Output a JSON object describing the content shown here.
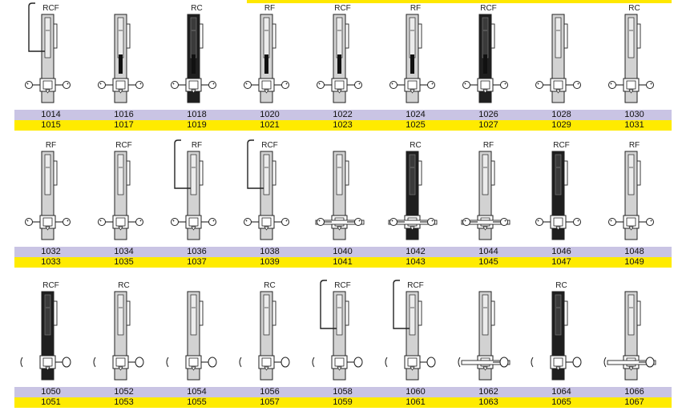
{
  "rows": [
    {
      "items": [
        {
          "code": "RCF",
          "variant": "handle-light-key"
        },
        {
          "code": "",
          "variant": "slot-key"
        },
        {
          "code": "RC",
          "variant": "dark-slot-key"
        },
        {
          "code": "RF",
          "variant": "slot-key"
        },
        {
          "code": "RCF",
          "variant": "slot-key"
        },
        {
          "code": "RF",
          "variant": "slot-key"
        },
        {
          "code": "RCF",
          "variant": "dark-slot-key"
        },
        {
          "code": "",
          "variant": "light-key"
        },
        {
          "code": "RC",
          "variant": "light-key"
        }
      ],
      "top_numbers": [
        "1014",
        "1016",
        "1018",
        "1020",
        "1022",
        "1024",
        "1026",
        "1028",
        "1030"
      ],
      "bottom_numbers": [
        "1015",
        "1017",
        "1019",
        "1021",
        "1023",
        "1025",
        "1027",
        "1029",
        "1031"
      ]
    },
    {
      "items": [
        {
          "code": "RF",
          "variant": "light-key"
        },
        {
          "code": "RCF",
          "variant": "light-key"
        },
        {
          "code": "RF",
          "variant": "handle-light-key"
        },
        {
          "code": "RCF",
          "variant": "handle-light-key"
        },
        {
          "code": "",
          "variant": "long-lever"
        },
        {
          "code": "RC",
          "variant": "dark-long-lever"
        },
        {
          "code": "RF",
          "variant": "long-lever"
        },
        {
          "code": "RCF",
          "variant": "dark-key"
        },
        {
          "code": "RF",
          "variant": "light-key"
        }
      ],
      "top_numbers": [
        "1032",
        "1034",
        "1036",
        "1038",
        "1040",
        "1042",
        "1044",
        "1046",
        "1048"
      ],
      "bottom_numbers": [
        "1033",
        "1035",
        "1037",
        "1039",
        "1041",
        "1043",
        "1045",
        "1047",
        "1049"
      ]
    },
    {
      "items": [
        {
          "code": "RCF",
          "variant": "dark-knob"
        },
        {
          "code": "RC",
          "variant": "light-knob"
        },
        {
          "code": "",
          "variant": "light-knob"
        },
        {
          "code": "RC",
          "variant": "light-knob"
        },
        {
          "code": "RCF",
          "variant": "handle-light-knob"
        },
        {
          "code": "RCF",
          "variant": "handle-light-knob"
        },
        {
          "code": "",
          "variant": "long-knob"
        },
        {
          "code": "RC",
          "variant": "dark-knob"
        },
        {
          "code": "",
          "variant": "long-knob"
        }
      ],
      "top_numbers": [
        "1050",
        "1052",
        "1054",
        "1056",
        "1058",
        "1060",
        "1062",
        "1064",
        "1066"
      ],
      "bottom_numbers": [
        "1051",
        "1053",
        "1055",
        "1057",
        "1059",
        "1061",
        "1063",
        "1065",
        "1067"
      ]
    }
  ],
  "colors": {
    "purple_band": "#c9c4e4",
    "yellow_band": "#ffeb00",
    "lock_body_light": "#d2d2d2",
    "lock_body_dark": "#1f1f1f",
    "outline": "#222222"
  }
}
